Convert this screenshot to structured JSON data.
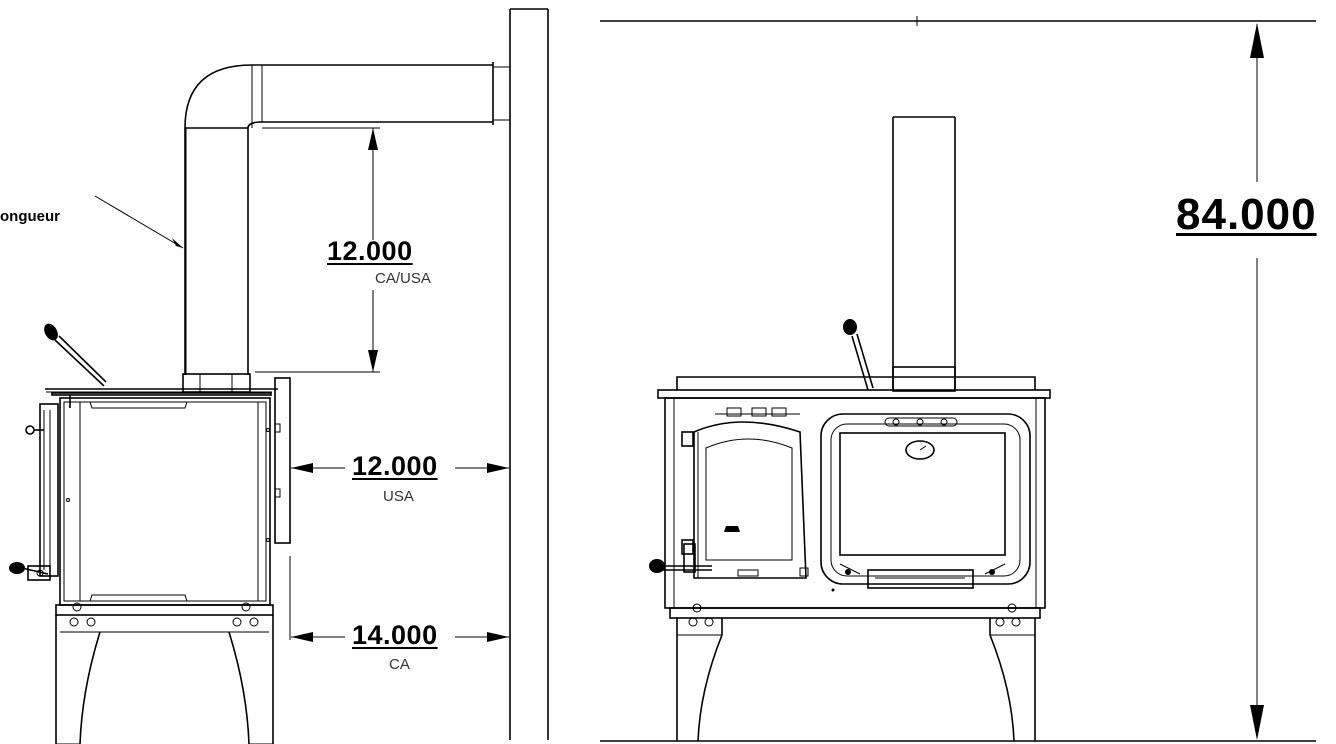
{
  "side_view": {
    "pipe_label": "ongueur",
    "dim_pipe_above_stove": {
      "value": "12.000",
      "region": "CA/USA"
    },
    "dim_rear_usa": {
      "value": "12.000",
      "region": "USA"
    },
    "dim_rear_ca": {
      "value": "14.000",
      "region": "CA"
    }
  },
  "front_view": {
    "dim_height": {
      "value": "84.000"
    }
  }
}
